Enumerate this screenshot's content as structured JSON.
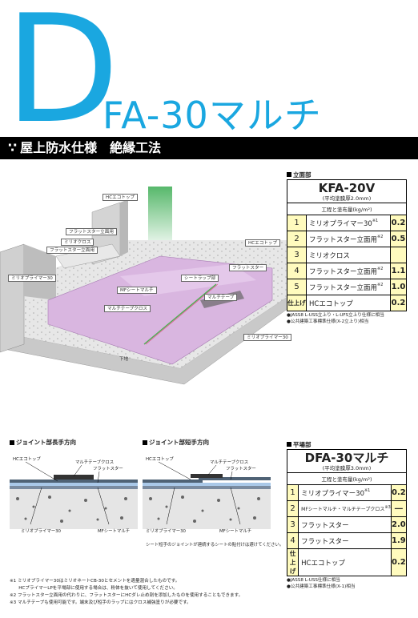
{
  "header": {
    "letter": "D",
    "product": "FA-30マルチ",
    "banner_mark": "∵",
    "banner_text": "屋上防水仕様　絶縁工法"
  },
  "illustration": {
    "callouts": {
      "hc_top_1": "HCエコトップ",
      "flatstar_wall": "フラットスター立面用",
      "mirio_cloth": "ミリオクロス",
      "flatstar_wall_2": "フラットスター立面用",
      "primer_left": "ミリオプライマー30",
      "hc_top_2": "HCエコトップ",
      "flatstar": "フラットスター",
      "sheet_wrap": "シートラップ部",
      "mf_sheet": "MFシートマルチ",
      "multi_tape_cloth": "マルチテープクロス",
      "multi_tape": "マルチテープ",
      "primer_right": "ミリオプライマー30",
      "concrete_mark": "下地"
    }
  },
  "wall_spec": {
    "section": "立面部",
    "title": "KFA-20V",
    "subtitle": "(平均塗膜厚2.0mm)",
    "col_header": "工程と塗布量(kg/m²)",
    "rows": [
      {
        "num": "1",
        "name": "ミリオプライマー30",
        "note": "※1",
        "amt": "0.2"
      },
      {
        "num": "2",
        "name": "フラットスター立面用",
        "note": "※2",
        "amt": "0.5"
      },
      {
        "num": "3",
        "name": "ミリオクロス",
        "note": "",
        "amt": ""
      },
      {
        "num": "4",
        "name": "フラットスター立面用",
        "note": "※2",
        "amt": "1.1"
      },
      {
        "num": "5",
        "name": "フラットスター立面用",
        "note": "※2",
        "amt": "1.0"
      },
      {
        "num": "仕上げ",
        "name": "HCエコトップ",
        "note": "",
        "amt": "0.2"
      }
    ],
    "notes": [
      "●JASS8 L-USS立上り・L-UFS立上り仕様に相当",
      "●公共建築工事標準仕様(X-2立上り)相当"
    ]
  },
  "joint_long": {
    "section": "ジョイント部長手方向",
    "labels": {
      "hc": "HCエコトップ",
      "tape_cloth": "マルチテープクロス",
      "flatstar": "フラットスター",
      "primer": "ミリオプライマー30",
      "mf": "MFシートマルチ"
    }
  },
  "joint_short": {
    "section": "ジョイント部短手方向",
    "labels": {
      "hc": "HCエコトップ",
      "tape_cloth": "マルチテープクロス",
      "flatstar": "フラットスター",
      "primer": "ミリオプライマー30",
      "mf": "MFシートマルチ"
    },
    "note": "シート短手のジョイントが連続するシートの貼付けは避けてください。"
  },
  "flat_spec": {
    "section": "平場部",
    "title": "DFA-30マルチ",
    "subtitle": "(平均塗膜厚3.0mm)",
    "col_header": "工程と塗布量(kg/m²)",
    "rows": [
      {
        "num": "1",
        "name": "ミリオプライマー30",
        "note": "※1",
        "amt": "0.2"
      },
      {
        "num": "2",
        "name": "MFシートマルチ・マルチテープクロス",
        "note": "※3",
        "amt": "―"
      },
      {
        "num": "3",
        "name": "フラットスター",
        "note": "",
        "amt": "2.0"
      },
      {
        "num": "4",
        "name": "フラットスター",
        "note": "",
        "amt": "1.9"
      },
      {
        "num": "仕上げ",
        "name": "HCエコトップ",
        "note": "",
        "amt": "0.2"
      }
    ],
    "notes": [
      "●JASS8 L-USS仕様に相当",
      "●公共建築工事標準仕様(X-1)相当"
    ]
  },
  "footnotes": [
    "※1 ミリオプライマー30はミリオネートCB-30とセメントを適量混合したものです。",
    "　　HCプライマーLPを平場部に使用する場合は、粉体を抜いて使用してください。",
    "※2 フラットスター立面用の代わりに、フラットスターにHCダレ止め剤を添加したものを使用することもできます。",
    "※3 マルチテープも使用可能です。端末及び短手のラップにはクロス補強塗りが必要です。"
  ],
  "colors": {
    "brand_blue": "#1aa7e0",
    "process_yellow": "#fffbbe",
    "membrane_purple": "#d9b6e0",
    "wall_green": "#57b86b"
  }
}
